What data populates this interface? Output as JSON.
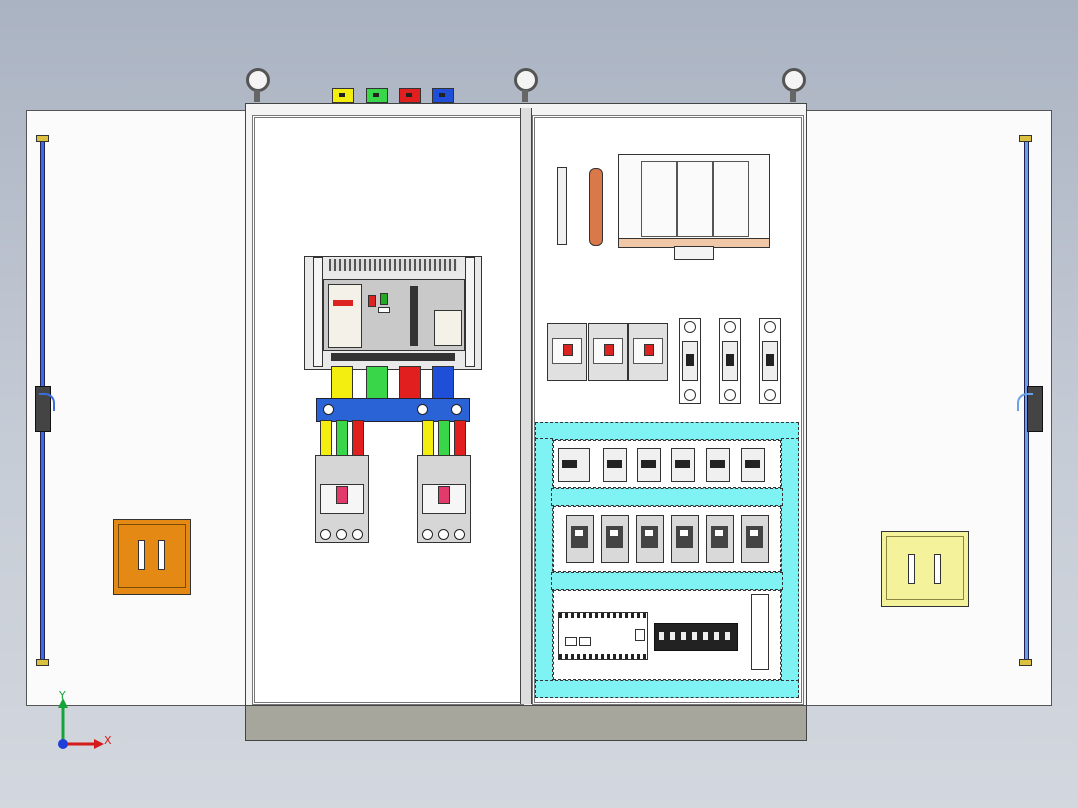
{
  "colors": {
    "busbar_l1": "#f4ee10",
    "busbar_l2": "#3ad64a",
    "busbar_l3": "#e21f1f",
    "neutral": "#1f4fd8",
    "din_rail": "#7ff3f3",
    "left_handle": "#e48a14",
    "right_handle": "#f4f29a",
    "background": "#b8c0cc"
  },
  "axis": {
    "x_label": "X",
    "y_label": "Y"
  },
  "icons": {
    "lifting_ring": "lifting-eye-icon",
    "triad": "coordinate-triad-icon"
  },
  "components": {
    "mini_breakers": 3,
    "fuse_holders": 3,
    "relay_count": 6,
    "contactor_count": 6
  }
}
